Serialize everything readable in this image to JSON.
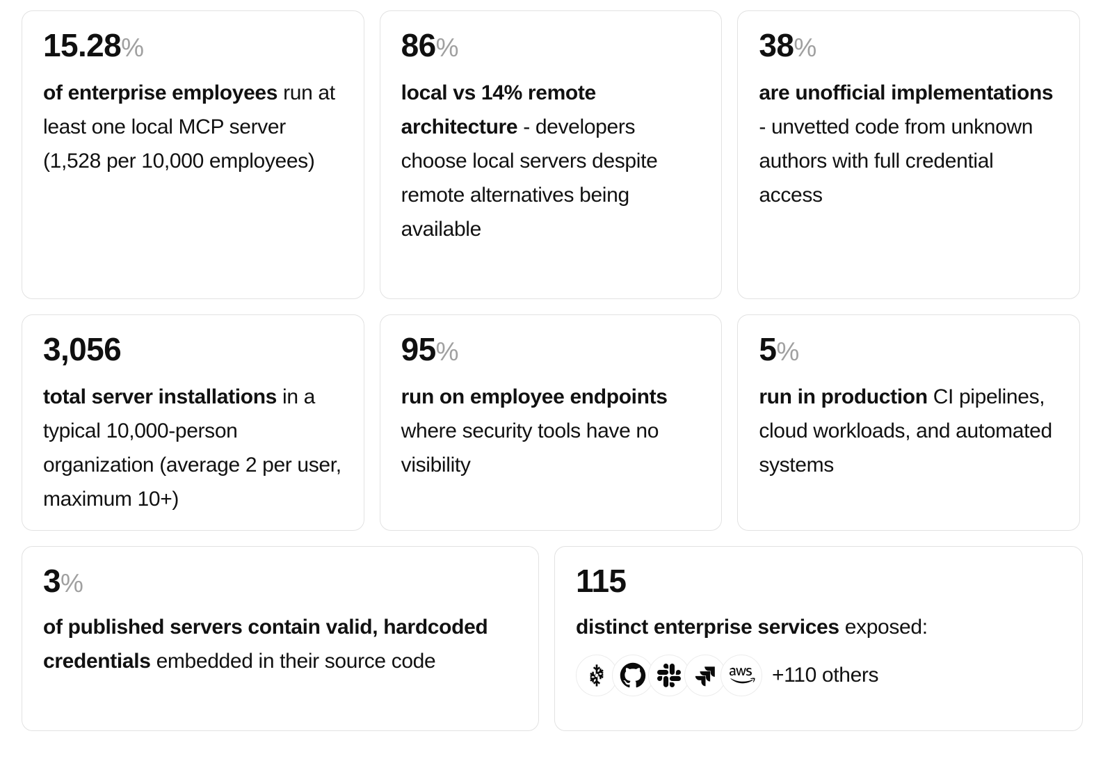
{
  "page": {
    "background": "#ffffff",
    "card_border_color": "#e2e2e2",
    "value_color": "#101010",
    "unit_color": "#a0a0a0",
    "text_color": "#111111"
  },
  "cards": [
    {
      "id": "enterprise-employees",
      "value": "15.28",
      "unit": "%",
      "lead": "of enterprise employees",
      "rest": "run at least one local MCP server (1,528 per 10,000 employees)"
    },
    {
      "id": "local-vs-remote",
      "value": "86",
      "unit": "%",
      "lead": "local vs 14% remote architecture",
      "rest": "- developers choose local servers despite remote alternatives being available"
    },
    {
      "id": "unofficial-implementations",
      "value": "38",
      "unit": "%",
      "lead": "are unofficial implementations",
      "rest": "- unvetted code from unknown authors with full credential access"
    },
    {
      "id": "total-installations",
      "value": "3,056",
      "unit": "",
      "lead": "total server installations",
      "rest": "in a typical 10,000-person organization (average 2 per user, maximum 10+)"
    },
    {
      "id": "employee-endpoints",
      "value": "95",
      "unit": "%",
      "lead": "run on employee endpoints",
      "rest": "where security tools have no visibility"
    },
    {
      "id": "run-in-production",
      "value": "5",
      "unit": "%",
      "lead": "run in production",
      "rest": "CI pipelines, cloud workloads, and automated systems"
    },
    {
      "id": "hardcoded-credentials",
      "value": "3",
      "unit": "%",
      "lead": "of published servers contain valid, hardcoded credentials",
      "rest": "embedded in their source code"
    },
    {
      "id": "distinct-services",
      "value": "115",
      "unit": "",
      "lead": "distinct enterprise services",
      "rest": "exposed:",
      "logos": [
        "snowflake-icon",
        "github-icon",
        "slack-icon",
        "jira-icon",
        "aws-icon"
      ],
      "logos_more": "+110 others"
    }
  ]
}
